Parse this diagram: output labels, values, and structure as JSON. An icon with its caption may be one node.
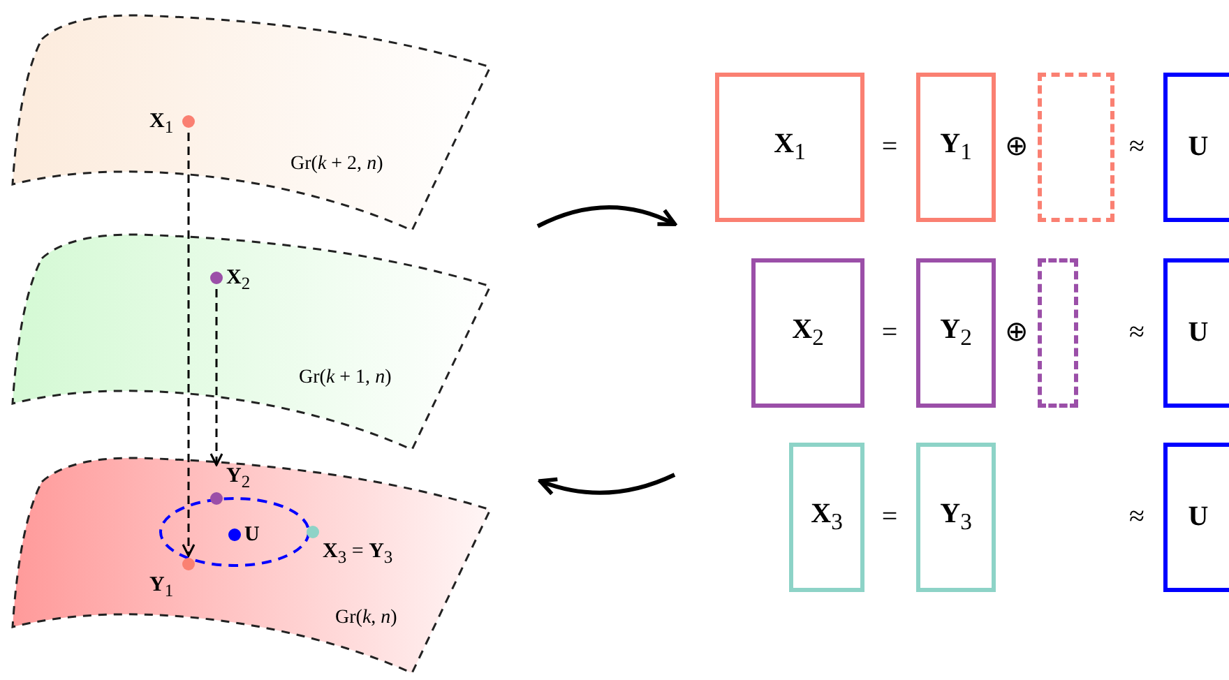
{
  "diagram": {
    "nodes": [
      {
        "text": [
          "Gr(*k* + 2, *n*)"
        ]
      },
      {
        "text": [
          "**X**$_{1}$"
        ],
        "in": 0
      },
      {
        "text": [
          "Gr(*k* + 1, *n*)"
        ]
      },
      {
        "text": [
          "**X**$_{2}$"
        ],
        "in": 2
      },
      {
        "text": [
          "Gr(*k*, *n*)"
        ]
      },
      {
        "text": [
          "**Y**$_{2}$"
        ],
        "in": 4
      },
      {
        "text": [
          "**U**"
        ],
        "in": 4
      },
      {
        "text": [
          "**X**$_{3}$ = **Y**$_{3}$"
        ],
        "in": 4
      },
      {
        "text": [
          "**Y**$_{1}$"
        ],
        "in": 4
      },
      {
        "text": [
          "**X**$_{1}$"
        ]
      },
      {
        "text": [
          "**Y**$_{1}$"
        ]
      },
      {
        "text": [],
        "shape": "box"
      },
      {
        "text": [
          "**U**"
        ]
      },
      {
        "text": [
          "**X**$_{2}$"
        ]
      },
      {
        "text": [
          "**Y**$_{2}$"
        ]
      },
      {
        "text": [],
        "shape": "box"
      },
      {
        "text": [
          "**U**"
        ]
      },
      {
        "text": [
          "**X**$_{3}$"
        ]
      },
      {
        "text": [
          "**Y**$_{3}$"
        ]
      },
      {
        "text": [
          "**U**"
        ]
      }
    ],
    "edges": [
      {
        "from": 1,
        "to": 8,
        "arrow": "to",
        "style": "dashed"
      },
      {
        "from": 3,
        "to": 5,
        "arrow": "to",
        "style": "dashed"
      }
    ],
    "labels": [
      "=",
      "⊕",
      "≈",
      "=",
      "⊕",
      "≈",
      "=",
      "≈"
    ]
  }
}
